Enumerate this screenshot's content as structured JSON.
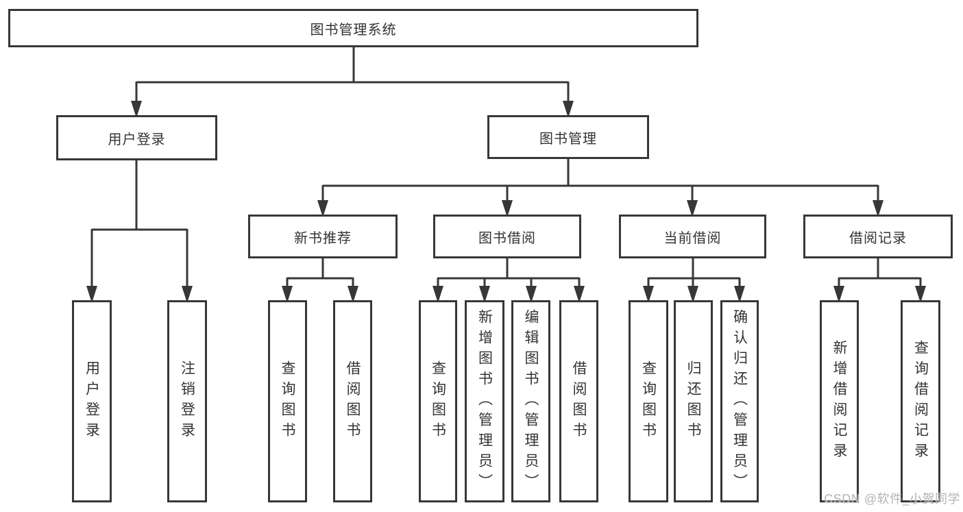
{
  "tree": {
    "label": "图书管理系统",
    "children": [
      {
        "label": "用户登录",
        "children": [
          {
            "label": "用户登录"
          },
          {
            "label": "注销登录"
          }
        ]
      },
      {
        "label": "图书管理",
        "children": [
          {
            "label": "新书推荐",
            "children": [
              {
                "label": "查询图书"
              },
              {
                "label": "借阅图书"
              }
            ]
          },
          {
            "label": "图书借阅",
            "children": [
              {
                "label": "查询图书"
              },
              {
                "label": "新增图书（管理员）"
              },
              {
                "label": "编辑图书（管理员）"
              },
              {
                "label": "借阅图书"
              }
            ]
          },
          {
            "label": "当前借阅",
            "children": [
              {
                "label": "查询图书"
              },
              {
                "label": "归还图书"
              },
              {
                "label": "确认归还（管理员）"
              }
            ]
          },
          {
            "label": "借阅记录",
            "children": [
              {
                "label": "新增借阅记录"
              },
              {
                "label": "查询借阅记录"
              }
            ]
          }
        ]
      }
    ]
  },
  "watermark": {
    "text": "CSDN @软件_小贺同学"
  },
  "colors": {
    "background": "#ffffff",
    "box_border": "#373737",
    "connector_line": "#373737",
    "text": "#333333",
    "watermark_text": "#b3b3b3"
  }
}
